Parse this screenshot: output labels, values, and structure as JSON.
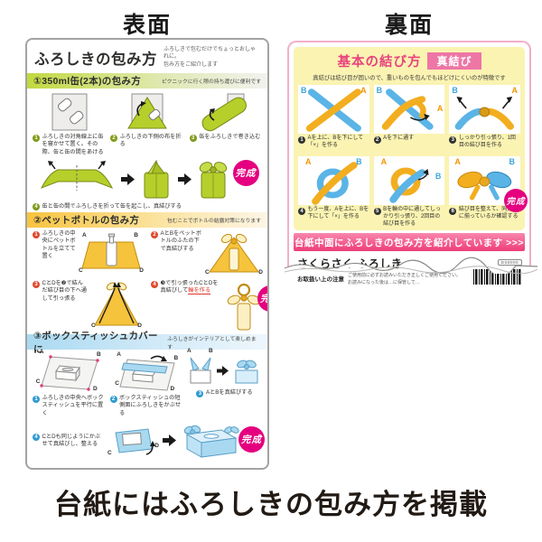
{
  "page": {
    "front_label": "表面",
    "back_label": "裏面",
    "caption": "台紙にはふろしきの包み方を掲載"
  },
  "labels": {
    "complete": "完成",
    "a": "A",
    "b": "B",
    "c": "C",
    "d": "D"
  },
  "colors": {
    "accent_pink": "#e4007f",
    "green": "#b7cf2a",
    "yellow": "#f6c33c",
    "blue": "#a9d9f1",
    "back_bg": "#faf3b2",
    "banner_pink": "#ee3d77"
  },
  "front": {
    "title": "ふろしきの包み方",
    "subtitle1": "ふろしきで包むだけでちょっとおしゃれに。",
    "subtitle2": "包み方をご紹介します",
    "sections": [
      {
        "heading": "①350ml缶(2本)の包み方",
        "note": "ピクニックに行く際の持ち運びに便利です",
        "steps": [
          {
            "num": "1",
            "text": "ふろしきの対角線上に缶を寝かせて置く。その際、缶と缶の間をあける"
          },
          {
            "num": "2",
            "text": "ふろしきの下側の布を折る"
          },
          {
            "num": "3",
            "text": "缶をふろしきで巻き込む"
          },
          {
            "num": "4",
            "text": "缶と缶の間でふろしきを折って缶を起こし、真結びする"
          }
        ]
      },
      {
        "heading": "②ペットボトルの包み方",
        "note": "包むことでボトルの結露対策になります",
        "steps": [
          {
            "num": "1",
            "text": "ふろしきの中央にペットボトルを立てて置く"
          },
          {
            "num": "2",
            "text": "AとBをペットボトルのふたの下で真結びする"
          },
          {
            "num": "3",
            "text": "CとDを❷で結んだ結び目の下へ通して引っ張る"
          },
          {
            "num": "4",
            "text": "❸で引っ張ったCとDを真結びして",
            "em": "輪を作る"
          }
        ]
      },
      {
        "heading": "③ボックスティッシュカバーに",
        "note": "ふろしきがインテリアとして楽しめます",
        "steps": [
          {
            "num": "1",
            "text": "ふろしきの中央へボックスティッシュを平行に置く"
          },
          {
            "num": "2",
            "text": "ボックスティッシュの短側面にふろしきをかぶせる"
          },
          {
            "num": "3",
            "text": "AとBを真結びする"
          },
          {
            "num": "4",
            "text": "CとDも同じようにかぶせて真結びし、整える"
          }
        ]
      }
    ]
  },
  "back": {
    "title": "基本の結び方",
    "title_badge": "真結び",
    "subtitle": "真結びは結び目が固いので、重いものを包んでもほどけにくいのが特徴です",
    "steps": [
      {
        "num": "1",
        "text": "Aを上に、Bを下にして「×」を作る"
      },
      {
        "num": "2",
        "text": "Aを下に通す"
      },
      {
        "num": "3",
        "text": "しっかり引っ張り、1回目の結び目を作る"
      },
      {
        "num": "4",
        "text": "もう一度、Aを上に、Bを下にして「×」を作る"
      },
      {
        "num": "5",
        "text": "Bを輪の中に通してしっかり引っ張り、2回目の結び目を作る"
      },
      {
        "num": "6",
        "text": "結び目を整えて、同方向に揃っているか確認する"
      }
    ],
    "banner": "台紙中面にふろしきの包み方を紹介しています >>>",
    "product_name": "さくらさく ふろしき",
    "notice_label": "お取扱い上の注意",
    "notice_line1": "ご使用前に必ずお読みいただき正しくご使用ください。",
    "notice_line2": "お読みになった後は…に保管して…",
    "barcode_label": "DS8000"
  }
}
